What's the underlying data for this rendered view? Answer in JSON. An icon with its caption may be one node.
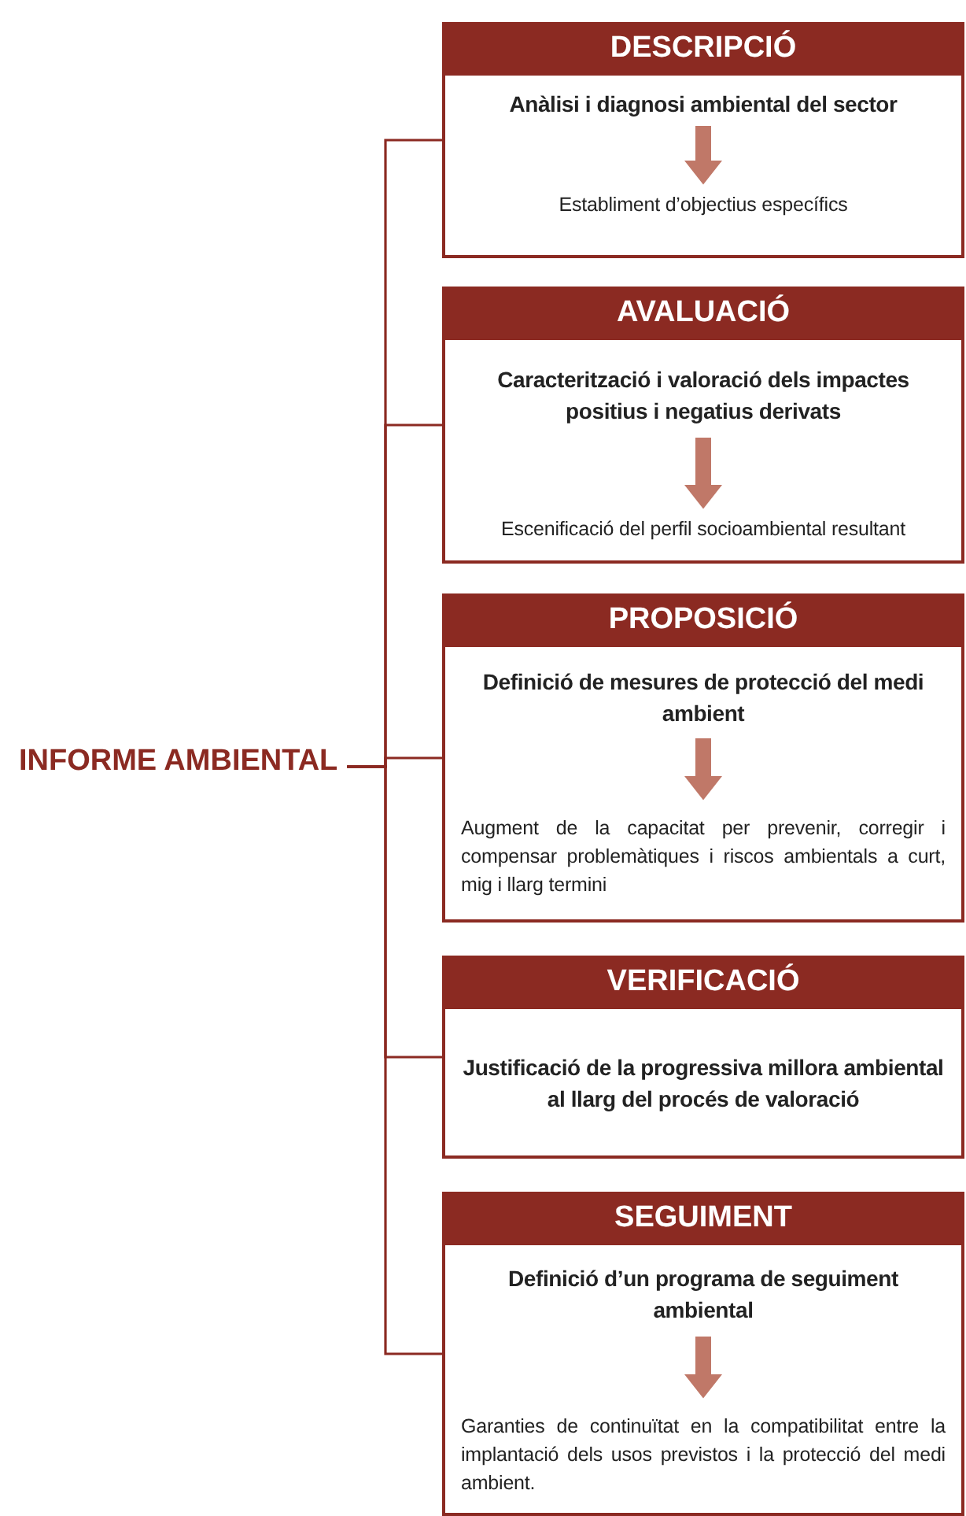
{
  "diagram": {
    "nodes": [
      {
        "text": [
          "INFORME AMBIENTAL"
        ]
      },
      {
        "text": [
          "DESCRIPCIÓ"
        ]
      },
      {
        "text": [
          "Anàlisi i diagnosi ambiental del sector"
        ],
        "in": 1
      },
      {
        "text": [
          "Establiment d’objectius específics"
        ],
        "in": 1
      },
      {
        "text": [
          "AVALUACIÓ"
        ]
      },
      {
        "text": [
          "Caracterització i valoració dels impactes positius i negatius derivats"
        ],
        "in": 4
      },
      {
        "text": [
          "Escenificació del perfil socioambiental resultant"
        ],
        "in": 4
      },
      {
        "text": [
          "PROPOSICIÓ"
        ]
      },
      {
        "text": [
          "Definició de mesures de protecció del medi ambient"
        ],
        "in": 7
      },
      {
        "text": [
          "Augment de la capacitat per prevenir, corregir i compensar problemàtiques i riscos ambientals a curt, mig i llarg termini"
        ],
        "in": 7
      },
      {
        "text": [
          "VERIFICACIÓ"
        ]
      },
      {
        "text": [
          "Justificació de la progressiva millora ambiental al llarg del procés de valoració"
        ],
        "in": 10
      },
      {
        "text": [
          "SEGUIMENT"
        ]
      },
      {
        "text": [
          "Definició d’un programa de seguiment ambiental"
        ],
        "in": 12
      },
      {
        "text": [
          "Garanties de continuïtat en la  compatibilitat entre la implantació dels usos previstos i la protecció del medi ambient."
        ],
        "in": 12
      }
    ],
    "edges": [
      {
        "from": 0,
        "to": 1,
        "arrow": "none"
      },
      {
        "from": 0,
        "to": 4,
        "arrow": "none"
      },
      {
        "from": 0,
        "to": 7,
        "arrow": "none"
      },
      {
        "from": 0,
        "to": 10,
        "arrow": "none"
      },
      {
        "from": 0,
        "to": 12,
        "arrow": "none"
      },
      {
        "from": 2,
        "to": 3,
        "arrow": "to",
        "style": "thick",
        "color": "#c07868"
      },
      {
        "from": 5,
        "to": 6,
        "arrow": "to",
        "style": "thick",
        "color": "#c07868"
      },
      {
        "from": 8,
        "to": 9,
        "arrow": "to",
        "style": "thick",
        "color": "#c07868"
      },
      {
        "from": 13,
        "to": 14,
        "arrow": "to",
        "style": "thick",
        "color": "#c07868"
      }
    ]
  }
}
